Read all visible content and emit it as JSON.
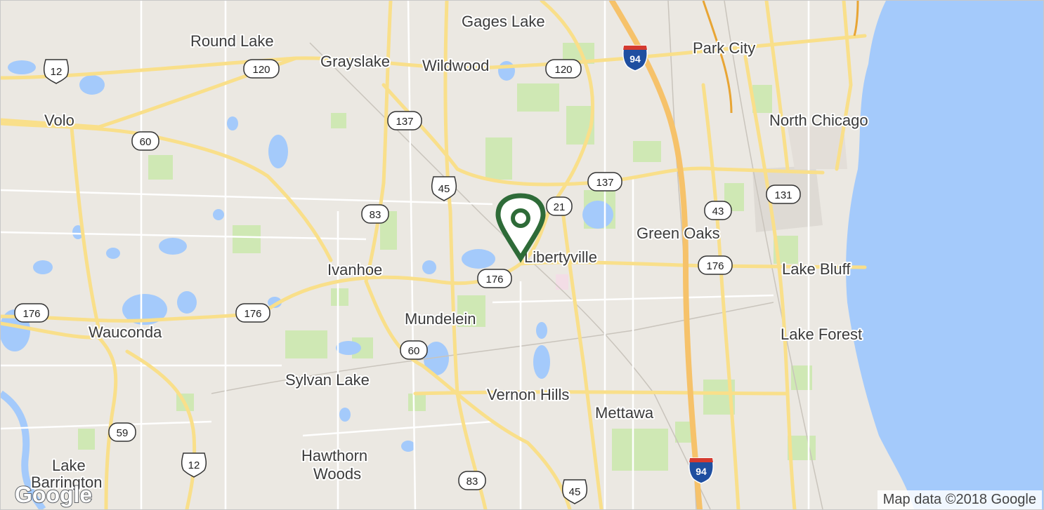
{
  "map": {
    "places": [
      {
        "id": "gages-lake",
        "label": "Gages Lake"
      },
      {
        "id": "round-lake",
        "label": "Round Lake"
      },
      {
        "id": "grayslake",
        "label": "Grayslake"
      },
      {
        "id": "wildwood",
        "label": "Wildwood"
      },
      {
        "id": "park-city",
        "label": "Park City"
      },
      {
        "id": "volo",
        "label": "Volo"
      },
      {
        "id": "north-chicago",
        "label": "North Chicago"
      },
      {
        "id": "green-oaks",
        "label": "Green Oaks"
      },
      {
        "id": "libertyville",
        "label": "Libertyville"
      },
      {
        "id": "ivanhoe",
        "label": "Ivanhoe"
      },
      {
        "id": "lake-bluff",
        "label": "Lake Bluff"
      },
      {
        "id": "wauconda",
        "label": "Wauconda"
      },
      {
        "id": "mundelein",
        "label": "Mundelein"
      },
      {
        "id": "lake-forest",
        "label": "Lake Forest"
      },
      {
        "id": "sylvan-lake",
        "label": "Sylvan Lake"
      },
      {
        "id": "vernon-hills",
        "label": "Vernon Hills"
      },
      {
        "id": "mettawa",
        "label": "Mettawa"
      },
      {
        "id": "hawthorn",
        "label": "Hawthorn"
      },
      {
        "id": "woods",
        "label": "Woods"
      },
      {
        "id": "lake",
        "label": "Lake"
      },
      {
        "id": "barrington",
        "label": "Barrington"
      }
    ],
    "shields": [
      {
        "id": "us12-north",
        "type": "us",
        "label": "12"
      },
      {
        "id": "il120-west",
        "type": "state",
        "label": "120"
      },
      {
        "id": "il120-east",
        "type": "state",
        "label": "120"
      },
      {
        "id": "il137-west",
        "type": "state",
        "label": "137"
      },
      {
        "id": "il137-east",
        "type": "state",
        "label": "137"
      },
      {
        "id": "il60-west",
        "type": "state",
        "label": "60"
      },
      {
        "id": "us45-north",
        "type": "us",
        "label": "45"
      },
      {
        "id": "il83-north",
        "type": "state",
        "label": "83"
      },
      {
        "id": "il21",
        "type": "state",
        "label": "21"
      },
      {
        "id": "il43",
        "type": "state",
        "label": "43"
      },
      {
        "id": "il131",
        "type": "state",
        "label": "131"
      },
      {
        "id": "il176-center",
        "type": "state",
        "label": "176"
      },
      {
        "id": "il176-east",
        "type": "state",
        "label": "176"
      },
      {
        "id": "il176-west",
        "type": "state",
        "label": "176"
      },
      {
        "id": "il176-mid",
        "type": "state",
        "label": "176"
      },
      {
        "id": "il60-south",
        "type": "state",
        "label": "60"
      },
      {
        "id": "il59",
        "type": "state",
        "label": "59"
      },
      {
        "id": "us12-south",
        "type": "us",
        "label": "12"
      },
      {
        "id": "il83-south",
        "type": "state",
        "label": "83"
      },
      {
        "id": "us45-south",
        "type": "us",
        "label": "45"
      },
      {
        "id": "i94-north",
        "type": "interstate",
        "label": "94"
      },
      {
        "id": "i94-south",
        "type": "interstate",
        "label": "94"
      }
    ],
    "marker": {
      "name": "location-pin-icon",
      "color": "#2e6b38"
    },
    "logo_text": "Google",
    "attribution": "Map data ©2018 Google",
    "colors": {
      "land": "#ebe8e2",
      "water": "#a4cafb",
      "park": "#cfe8b4",
      "road": "#f9df8a",
      "highway": "#f6c26a",
      "urban": "#dedad4"
    }
  }
}
